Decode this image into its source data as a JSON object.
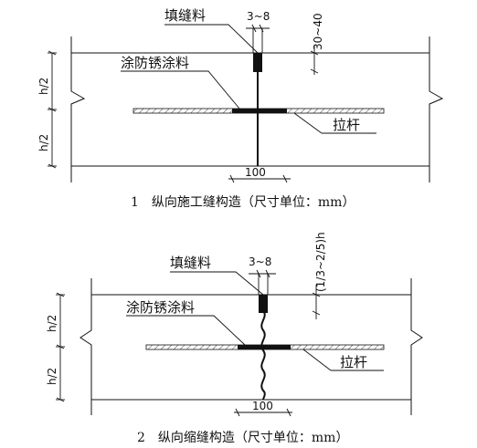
{
  "diagrams": [
    {
      "caption": "1　纵向施工缝构造（尺寸单位：mm）",
      "label_filler": "填缝料",
      "label_coating": "涂防锈涂料",
      "label_bar": "拉杆",
      "dim_gap": "3~8",
      "dim_top": "30~40",
      "dim_half_upper": "h/2",
      "dim_half_lower": "h/2",
      "dim_bottom": "100"
    },
    {
      "caption": "2　纵向缩缝构造（尺寸单位：mm）",
      "label_filler": "填缝料",
      "label_coating": "涂防锈涂料",
      "label_bar": "拉杆",
      "dim_gap": "3~8",
      "dim_top": "(1/3~2/5)h",
      "dim_half_upper": "h/2",
      "dim_half_lower": "h/2",
      "dim_bottom": "100"
    }
  ]
}
